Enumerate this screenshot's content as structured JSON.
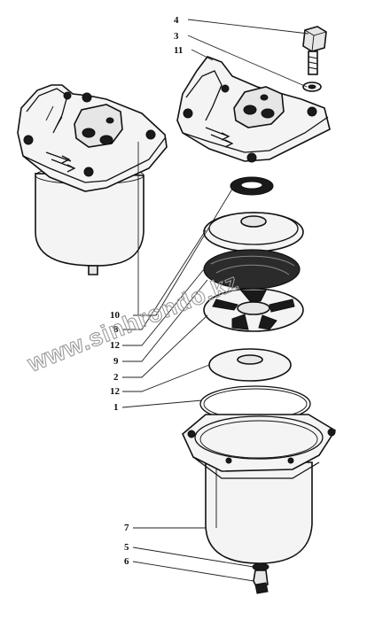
{
  "watermark": "www.sinhrondo.kz",
  "callouts": {
    "c4": "4",
    "c3": "3",
    "c11": "11",
    "c10": "10",
    "c8": "8",
    "c12a": "12",
    "c9": "9",
    "c2": "2",
    "c12b": "12",
    "c1": "1",
    "c7": "7",
    "c5": "5",
    "c6": "6"
  }
}
